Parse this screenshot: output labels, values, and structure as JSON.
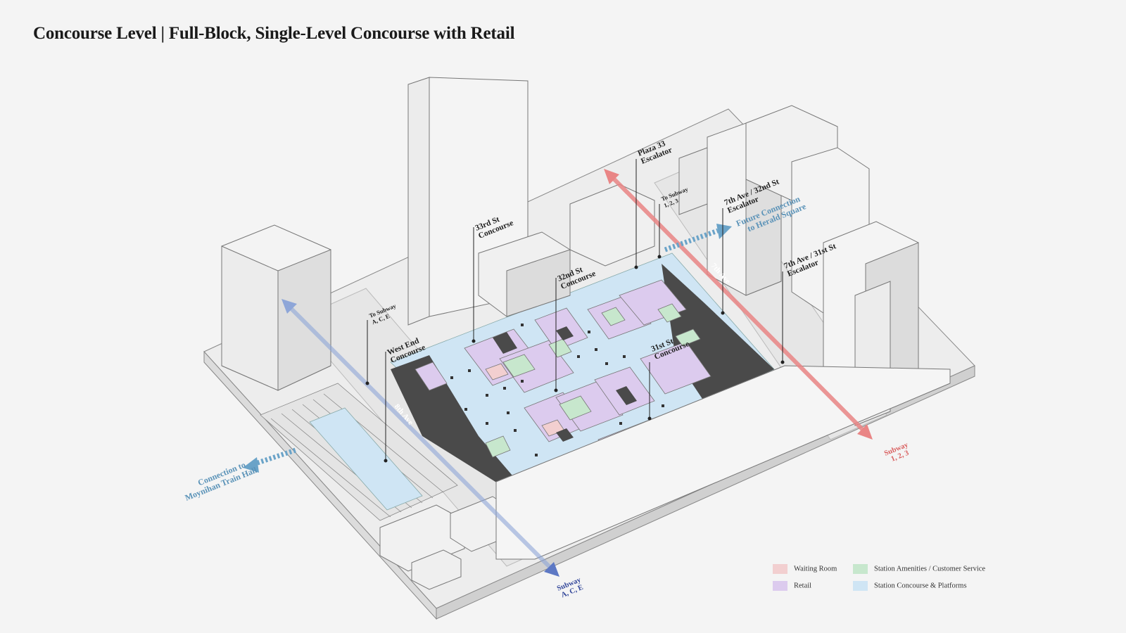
{
  "title": "Concourse Level | Full-Block, Single-Level Concourse with Retail",
  "labels": {
    "west_end": [
      "West End",
      "Concourse"
    ],
    "st33": [
      "33rd St",
      "Concourse"
    ],
    "st32": [
      "32nd St",
      "Concourse"
    ],
    "st31": [
      "31st St",
      "Concourse"
    ],
    "plaza33": [
      "Plaza 33",
      "Escalator"
    ],
    "ave7_32": [
      "7th Ave / 32nd St",
      "Escalator"
    ],
    "ave7_31": [
      "7th Ave / 31st St",
      "Escalator"
    ],
    "to_subway_ace": [
      "To Subway",
      "A, C, E"
    ],
    "to_subway_123": [
      "To Subway",
      "1, 2, 3"
    ],
    "future_herald": [
      "Future Connection",
      "to Herald Square"
    ],
    "moynihan": [
      "Connection to",
      "Moynihan Train Hall"
    ],
    "subway_ace": [
      "Subway",
      "A, C, E"
    ],
    "subway_123": [
      "Subway",
      "1, 2, 3"
    ],
    "street_8th": "8th Ave",
    "street_7th": "7th Ave"
  },
  "legend": [
    {
      "label": "Waiting Room",
      "color": "#f2cfd0"
    },
    {
      "label": "Station Amenities / Customer Service",
      "color": "#c7e7cd"
    },
    {
      "label": "Retail",
      "color": "#dccbee"
    },
    {
      "label": "Station Concourse & Platforms",
      "color": "#cfe5f4"
    }
  ],
  "colors": {
    "concourse": "#cfe5f4",
    "retail": "#dccbee",
    "amenities": "#c7e7cd",
    "waiting": "#f2cfd0",
    "dark": "#4a4a4a",
    "red_arrow": "#e98585",
    "blue_arrow": "#8ea6d8",
    "teal_text": "#5b93b8",
    "red_text": "#d95e5e",
    "navy_text": "#33479a"
  }
}
